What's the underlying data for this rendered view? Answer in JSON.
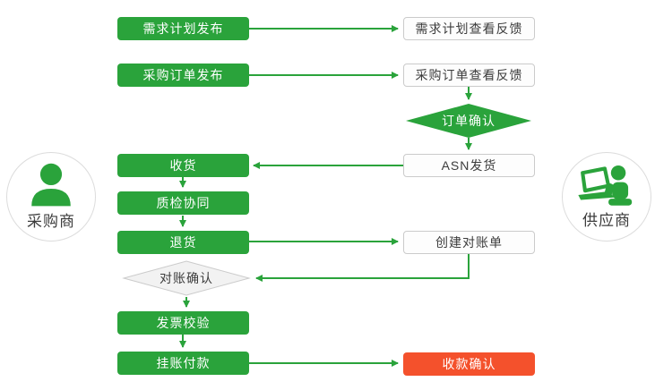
{
  "diagram": {
    "type": "flowchart",
    "theme": {
      "green": "#2aa33b",
      "red": "#f4512c",
      "outline_border": "#cbcbcb",
      "decision_gray_fill": "#f2f2f2",
      "text_dark": "#3c3c3c"
    }
  },
  "actors": {
    "buyer": {
      "label": "采购商",
      "icon": "user-icon"
    },
    "supplier": {
      "label": "供应商",
      "icon": "user-laptop-icon"
    }
  },
  "nodes": {
    "demand_publish": {
      "label": "需求计划发布",
      "variant": "green",
      "actor": "buyer"
    },
    "demand_feedback": {
      "label": "需求计划查看反馈",
      "variant": "outline",
      "actor": "supplier"
    },
    "po_publish": {
      "label": "采购订单发布",
      "variant": "green",
      "actor": "buyer"
    },
    "po_feedback": {
      "label": "采购订单查看反馈",
      "variant": "outline",
      "actor": "supplier"
    },
    "order_confirm": {
      "label": "订单确认",
      "variant": "decision-green",
      "actor": "supplier"
    },
    "asn_ship": {
      "label": "ASN发货",
      "variant": "outline",
      "actor": "supplier"
    },
    "receive": {
      "label": "收货",
      "variant": "green",
      "actor": "buyer"
    },
    "quality_check": {
      "label": "质检协同",
      "variant": "green",
      "actor": "buyer"
    },
    "return_goods": {
      "label": "退货",
      "variant": "green",
      "actor": "buyer"
    },
    "create_statement": {
      "label": "创建对账单",
      "variant": "outline",
      "actor": "supplier"
    },
    "statement_confirm": {
      "label": "对账确认",
      "variant": "decision-gray",
      "actor": "buyer"
    },
    "invoice_check": {
      "label": "发票校验",
      "variant": "green",
      "actor": "buyer"
    },
    "pending_payment": {
      "label": "挂账付款",
      "variant": "green",
      "actor": "buyer"
    },
    "payment_confirm": {
      "label": "收款确认",
      "variant": "red",
      "actor": "supplier"
    }
  },
  "edges": [
    {
      "from": "demand_publish",
      "to": "demand_feedback"
    },
    {
      "from": "po_publish",
      "to": "po_feedback"
    },
    {
      "from": "po_feedback",
      "to": "order_confirm"
    },
    {
      "from": "order_confirm",
      "to": "asn_ship"
    },
    {
      "from": "asn_ship",
      "to": "receive"
    },
    {
      "from": "receive",
      "to": "quality_check"
    },
    {
      "from": "quality_check",
      "to": "return_goods"
    },
    {
      "from": "return_goods",
      "to": "create_statement"
    },
    {
      "from": "create_statement",
      "to": "statement_confirm"
    },
    {
      "from": "statement_confirm",
      "to": "invoice_check"
    },
    {
      "from": "invoice_check",
      "to": "pending_payment"
    },
    {
      "from": "pending_payment",
      "to": "payment_confirm"
    }
  ]
}
